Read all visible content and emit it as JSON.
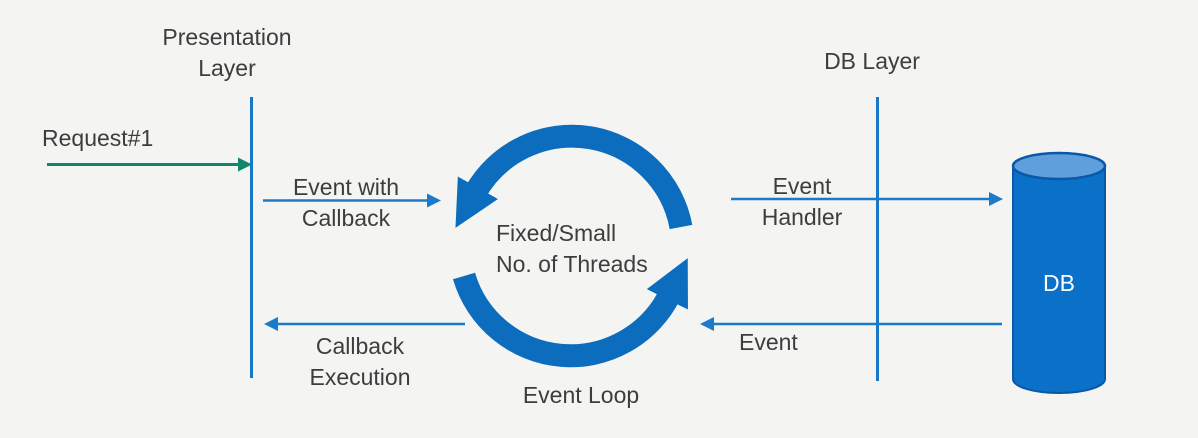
{
  "diagram": {
    "type": "event-loop-architecture",
    "background": "#f4f4f2",
    "colors": {
      "text": "#3d3d3d",
      "layer_line": "#1878c8",
      "thin_arrow": "#1b7ac9",
      "loop_arrow": "#0c6cbd",
      "request_arrow": "#12866c",
      "cylinder_body": "#0b70c7",
      "cylinder_top": "#5fa0dc",
      "cylinder_outline": "#0a58a8",
      "db_text": "#ffffff"
    },
    "labels": {
      "presentation_layer": "Presentation\nLayer",
      "request": "Request#1",
      "event_with_callback": "Event with\nCallback",
      "fixed_threads": "Fixed/Small\nNo. of Threads",
      "event_loop": "Event Loop",
      "db_layer": "DB Layer",
      "event_handler": "Event\nHandler",
      "event_return": "Event",
      "callback_execution": "Callback\nExecution",
      "db": "DB"
    }
  }
}
